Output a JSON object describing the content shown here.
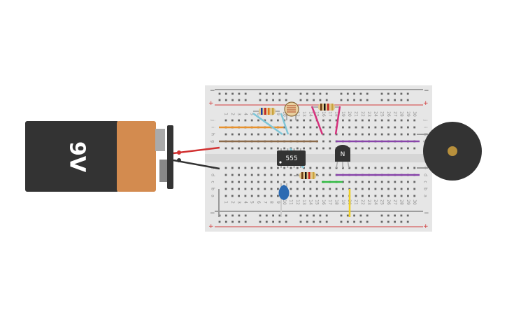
{
  "battery": {
    "label": "9V"
  },
  "ic": {
    "label": "555"
  },
  "transistor": {
    "label": "N"
  },
  "breadboard": {
    "rail_minus": "−",
    "rail_plus": "+",
    "rows_top": [
      "j",
      "i",
      "h",
      "g",
      "f"
    ],
    "rows_bottom": [
      "e",
      "d",
      "c",
      "b",
      "a"
    ],
    "columns": [
      "1",
      "2",
      "3",
      "4",
      "5",
      "6",
      "7",
      "8",
      "9",
      "10",
      "11",
      "12",
      "13",
      "14",
      "15",
      "16",
      "17",
      "18",
      "19",
      "20",
      "21",
      "22",
      "23",
      "24",
      "25",
      "26",
      "27",
      "28",
      "29",
      "30"
    ]
  },
  "colors": {
    "battery_body": "#333333",
    "battery_band": "#d38b4f",
    "breadboard": "#e6e6e6",
    "rail_red": "#d23c3c",
    "rail_dark": "#555555",
    "wire_red": "#d23232",
    "wire_black": "#333333",
    "wire_orange": "#e8912d",
    "wire_brown": "#8b6a4a",
    "wire_purple": "#8844aa",
    "wire_pink": "#d6307c",
    "wire_cyan": "#7fc6d8",
    "wire_green": "#33bb44",
    "wire_yellow": "#f0d020",
    "wire_grey": "#999999",
    "capacitor": "#2b6ab2",
    "buzzer_body": "#333333",
    "buzzer_center": "#b8903c"
  }
}
